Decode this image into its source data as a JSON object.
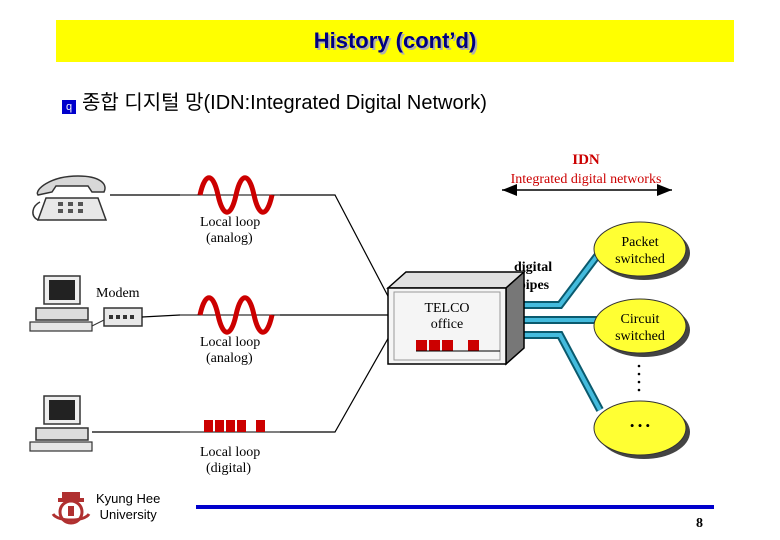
{
  "header": {
    "title": "History (cont’d)"
  },
  "bullet": {
    "text": "종합 디지털 망(IDN:Integrated Digital Network)"
  },
  "diagram": {
    "idn_title": "IDN",
    "idn_subtitle": "Integrated digital networks",
    "modem_label": "Modem",
    "loop1": [
      "Local loop",
      "(analog)"
    ],
    "loop2": [
      "Local loop",
      "(analog)"
    ],
    "loop3": [
      "Local loop",
      "(digital)"
    ],
    "digital_pipes": [
      "digital",
      "pipes"
    ],
    "telco": [
      "TELCO",
      "office"
    ],
    "packet": [
      "Packet",
      "switched"
    ],
    "circuit": [
      "Circuit",
      "switched"
    ],
    "other": "• • •"
  },
  "footer": {
    "university_line1": "Kyung Hee",
    "university_line2": "University",
    "page_number": "8"
  }
}
